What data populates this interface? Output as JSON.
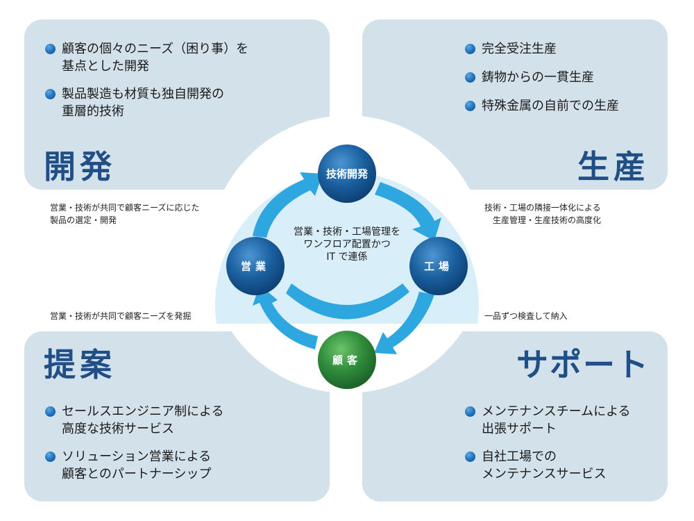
{
  "panels": {
    "development": {
      "title": "開発",
      "bullets": [
        "顧客の個々のニーズ（困り事）を\n基点とした開発",
        "製品製造も材質も独自開発の\n重層的技術"
      ]
    },
    "production": {
      "title": "生産",
      "bullets": [
        "完全受注生産",
        "鋳物からの一貫生産",
        "特殊金属の自前での生産"
      ]
    },
    "proposal": {
      "title": "提案",
      "bullets": [
        "セールスエンジニア制による\n高度な技術サービス",
        "ソリューション営業による\n顧客とのパートナーシップ"
      ]
    },
    "support": {
      "title": "サポート",
      "bullets": [
        "メンテナンスチームによる\n出張サポート",
        "自社工場での\nメンテナンスサービス"
      ]
    }
  },
  "notes": {
    "top_left": "営業・技術が共同で顧客ニーズに応じた\n製品の選定・開発",
    "top_right": "技術・工場の隣接一体化による\n　生産管理・生産技術の高度化",
    "bottom_left": "営業・技術が共同で顧客ニーズを発掘",
    "bottom_right": "一品ずつ検査して納入"
  },
  "nodes": {
    "tech": "技術開発",
    "sales": "営業",
    "factory": "工場",
    "customer": "顧客"
  },
  "center_text": "営業・技術・工場管理を\nワンフロア配置かつ\nIT で連係",
  "colors": {
    "panel_bg": "#d3e1ea",
    "title": "#1f4f86",
    "arrow": "#2ea6e0",
    "node_blue": "#1a5f9e",
    "node_green": "#2e8b3a",
    "halo": "#d8eef9"
  }
}
